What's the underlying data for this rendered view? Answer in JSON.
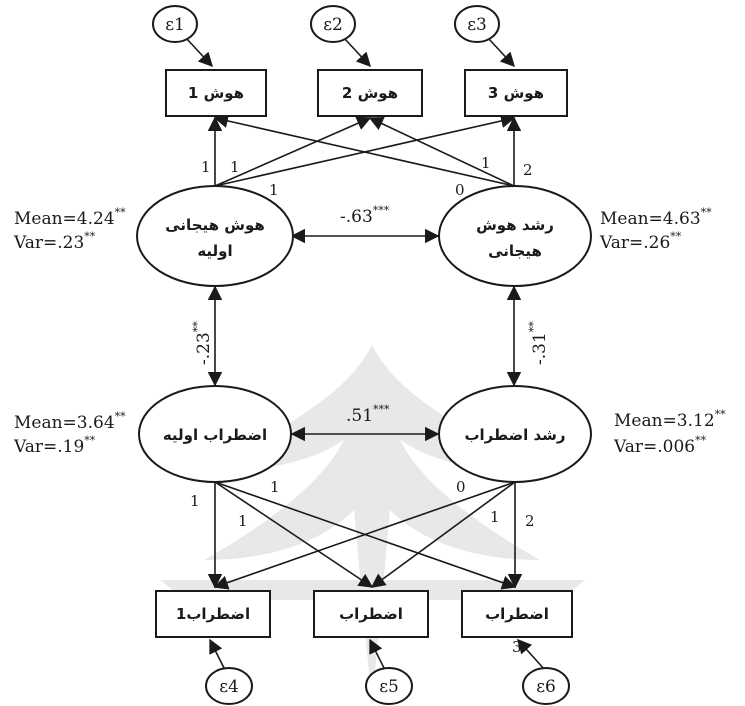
{
  "errors": {
    "e1": "ε1",
    "e2": "ε2",
    "e3": "ε3",
    "e4": "ε4",
    "e5": "ε5",
    "e6": "ε6"
  },
  "indicators": {
    "top": [
      "هوش 1",
      "هوش 2",
      "هوش 3"
    ],
    "bottom": [
      "اضطراب1",
      "اضطراب",
      "اضطراب"
    ],
    "bottom_extra": [
      "3"
    ]
  },
  "latents": {
    "ei_initial": [
      "هوش هیجانی",
      "اولیه"
    ],
    "ei_growth": [
      "رشد هوش",
      "هیجانی"
    ],
    "anx_initial": "اضطراب اولیه",
    "anx_growth": "رشد اضطراب"
  },
  "stats": {
    "ei_initial": {
      "mean": "Mean=4.24",
      "mean_sig": "**",
      "var": "Var=.23",
      "var_sig": "**"
    },
    "ei_growth": {
      "mean": "Mean=4.63",
      "mean_sig": "**",
      "var": "Var=.26",
      "var_sig": "**"
    },
    "anx_initial": {
      "mean": "Mean=3.64",
      "mean_sig": "**",
      "var": "Var=.19",
      "var_sig": "**"
    },
    "anx_growth": {
      "mean": "Mean=3.12",
      "mean_sig": "**",
      "var": "Var=.006",
      "var_sig": "**"
    }
  },
  "correlations": {
    "top": {
      "value": "-.63",
      "sig": "***"
    },
    "bottom": {
      "value": ".51",
      "sig": "***"
    },
    "left": {
      "value": "-.23",
      "sig": "**"
    },
    "right": {
      "value": "-.31",
      "sig": "**"
    }
  },
  "loadings": {
    "top_initial": [
      "1",
      "1",
      "1"
    ],
    "top_growth": [
      "1",
      "0",
      "2"
    ],
    "bottom_initial": [
      "1",
      "1",
      "1"
    ],
    "bottom_growth": [
      "0",
      "1",
      "2"
    ]
  }
}
